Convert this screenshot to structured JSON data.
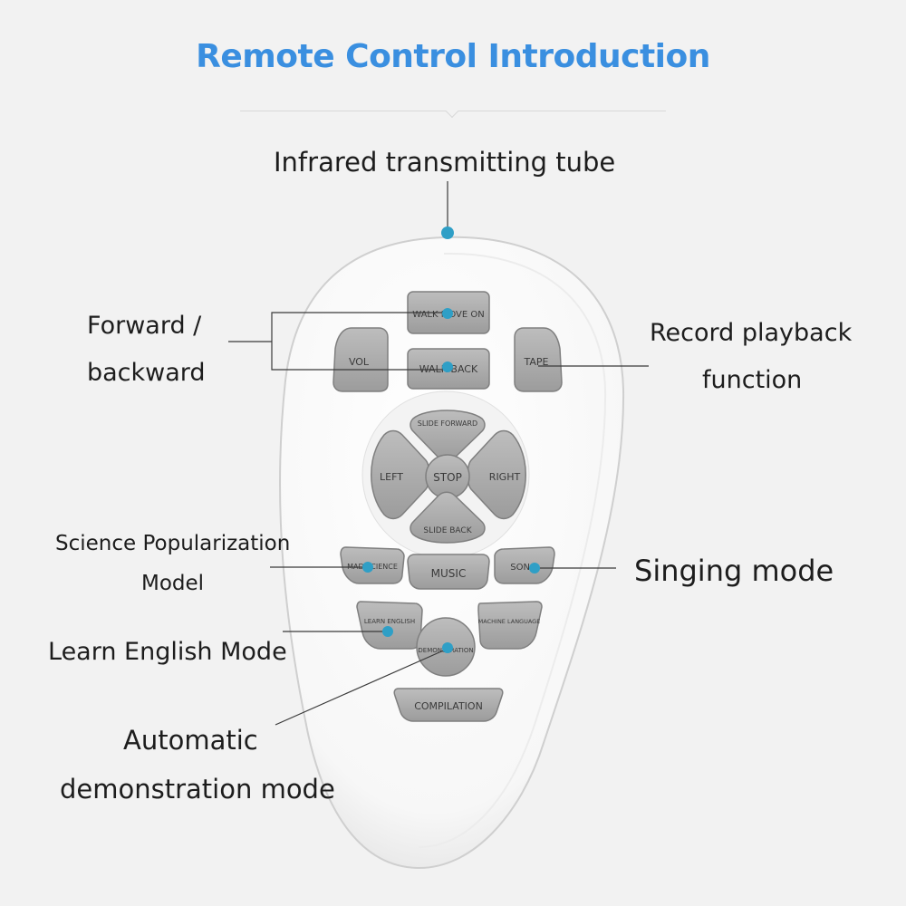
{
  "title": "Remote Control Introduction",
  "colors": {
    "title": "#3a8fe0",
    "dot": "#2f9fc6",
    "key": "#a8a8a8",
    "body": "#ffffff"
  },
  "labels": {
    "infrared": "Infrared transmitting tube",
    "forward_backward_1": "Forward /",
    "forward_backward_2": "backward",
    "record_1": "Record playback",
    "record_2": "function",
    "science_1": "Science Popularization",
    "science_2": "Model",
    "singing": "Singing mode",
    "learn_english": "Learn English Mode",
    "auto_1": "Automatic",
    "auto_2": "demonstration mode"
  },
  "buttons": {
    "walk_move_on": "WALK MOVE ON",
    "walk_back": "WALK BACK",
    "vol": "VOL",
    "tape": "TAPE",
    "slide_forward": "SLIDE FORWARD",
    "left": "LEFT",
    "right": "RIGHT",
    "stop": "STOP",
    "slide_back": "SLIDE BACK",
    "mad_science": "MAD SCIENCE",
    "music": "MUSIC",
    "song": "SONG",
    "learn_english": "LEARN ENGLISH",
    "machine_language": "MACHINE LANGUAGE",
    "demonstration": "DEMONSTRATION",
    "compilation": "COMPILATION"
  }
}
